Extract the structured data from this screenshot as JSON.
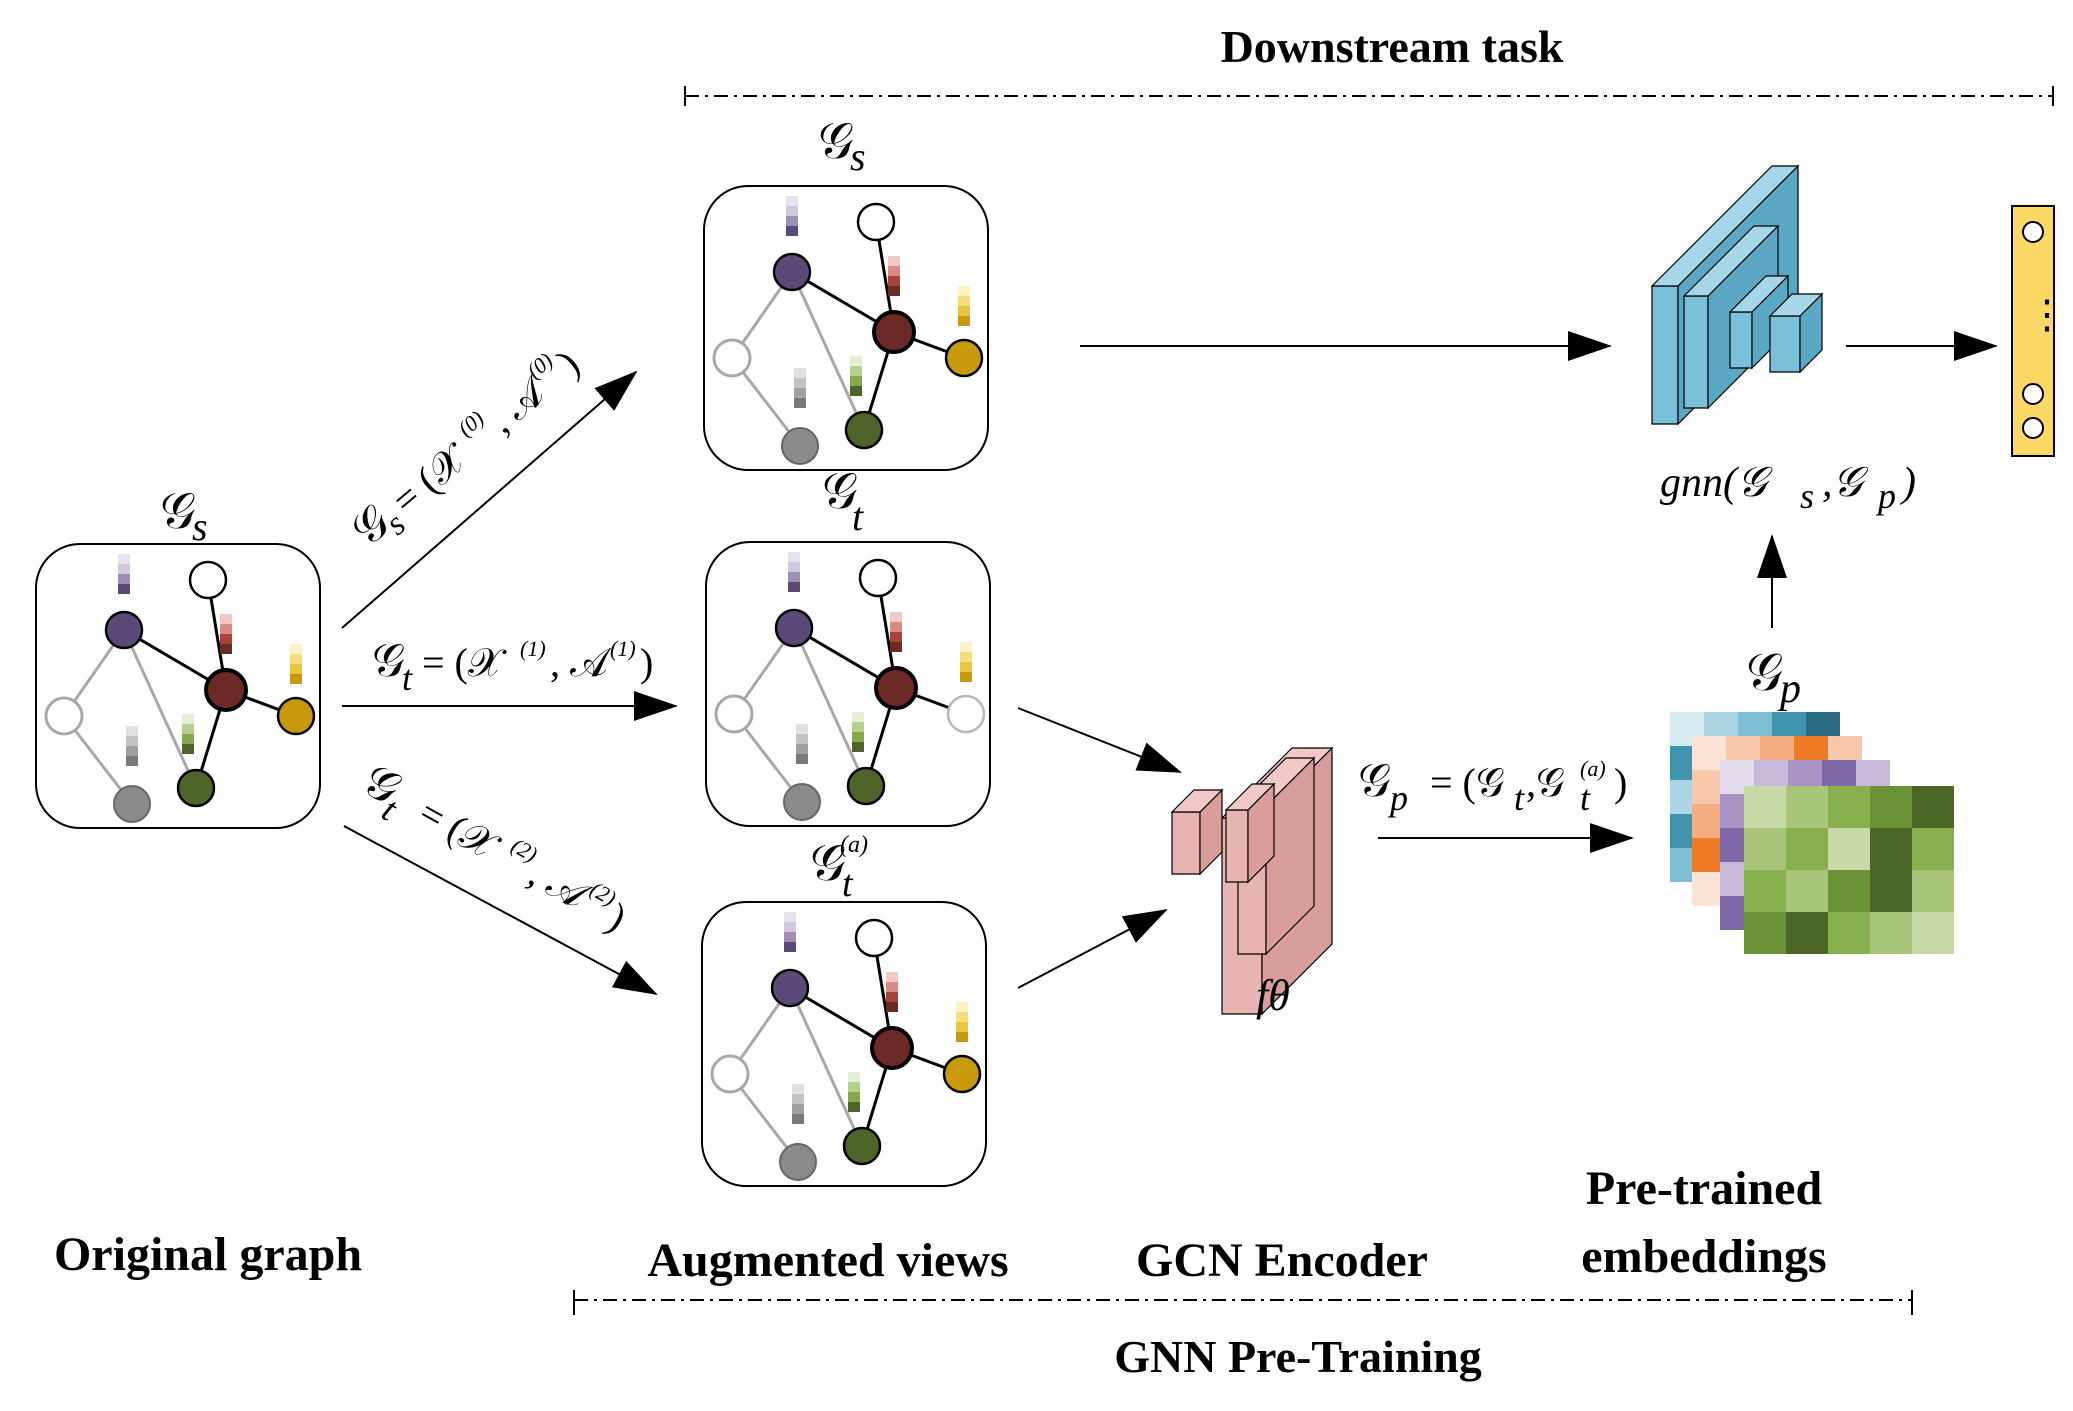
{
  "labels": {
    "downstream_task": "Downstream task",
    "original_graph": "Original graph",
    "augmented_views": "Augmented views",
    "gcn_encoder": "GCN Encoder",
    "pretrained_line1": "Pre-trained",
    "pretrained_line2": "embeddings",
    "gnn_pretraining": "GNN Pre-Training"
  },
  "math": {
    "G": "𝒢",
    "sub_s": "s",
    "sub_t": "t",
    "sub_p": "p",
    "sup_a": "(a)",
    "eq_top_lhs": "𝒢",
    "eq_top_sub": "s",
    "eq_top_rhs": "= (𝒳",
    "eq_top_sup0": "(0)",
    "eq_top_mid": ", 𝒜",
    "eq_top_sup0b": "(0)",
    "eq_top_end": ")",
    "eq_mid_rhs": "= (𝒳",
    "eq_mid_sup": "(1)",
    "eq_mid_mid": ", 𝒜",
    "eq_mid_supb": "(1)",
    "eq_mid_end": ")",
    "eq_bot_rhs": "= (𝒳",
    "eq_bot_sup": "(2)",
    "eq_bot_mid": ", 𝒜",
    "eq_bot_supb": "(2)",
    "eq_bot_end": ")",
    "f_theta": "fθ",
    "gp_eq_rhs": "= (𝒢",
    "gp_eq_comma": " ,𝒢",
    "gp_eq_end": ")",
    "gnn_func": "gnn(𝒢",
    "gnn_comma": ",𝒢",
    "gnn_end": ")",
    "dots": "⋮"
  },
  "colors": {
    "purple_node": "#5b4a78",
    "red_node": "#6b2a25",
    "yellow_node": "#c8990a",
    "green_node": "#4f6428",
    "gray_node": "#8a8a8a",
    "encoder_pink": "#e8b4b2",
    "gnn_blue": "#79c0d8",
    "output_yellow": "#fcd867"
  }
}
